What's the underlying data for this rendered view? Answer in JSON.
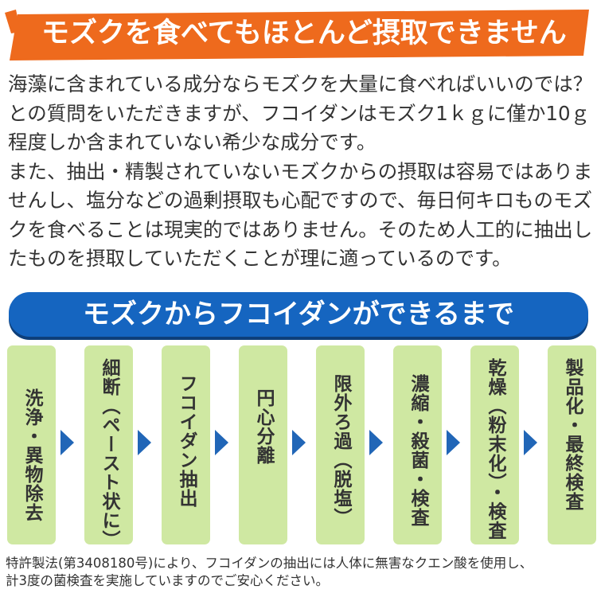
{
  "title": {
    "text": "モズクを食べてもほとんど摂取できません",
    "banner_color": "#ee6a1d"
  },
  "intro": {
    "lines": [
      "海藻に含まれている成分ならモズクを大量に食べればいいのでは？",
      "との質問をいただきますが、フコイダンはモズク1ｋｇに僅か10ｇ",
      "程度しか含まれていない希少な成分です。",
      "また、抽出・精製されていないモズクからの摂取は容易ではありま",
      "せんし、塩分などの過剰摂取も心配ですので、毎日何キロものモズ",
      "クを食べることは現実的ではありません。そのため人工的に抽出し",
      "たものを摂取していただくことが理に適っているのです。"
    ]
  },
  "process": {
    "heading": "モズクからフコイダンができるまで",
    "heading_color": "#1565c0",
    "step_color": "#cfe8a2",
    "arrow_icon": "chevron-right-icon",
    "arrow_color": "#2166b7",
    "steps": [
      "洗浄・異物除去",
      "細断（ペースト状に）",
      "フコイダン抽出",
      "円心分離",
      "限外ろ過（脱塩）",
      "濃縮・殺菌・検査",
      "乾燥（粉末化）・検査",
      "製品化・最終検査"
    ]
  },
  "footnote": {
    "lines": [
      "特許製法(第3408180号)により、フコイダンの抽出には人体に無害なクエン酸を使用し、",
      "計3度の菌検査を実施していますのでご安心ください。"
    ]
  }
}
